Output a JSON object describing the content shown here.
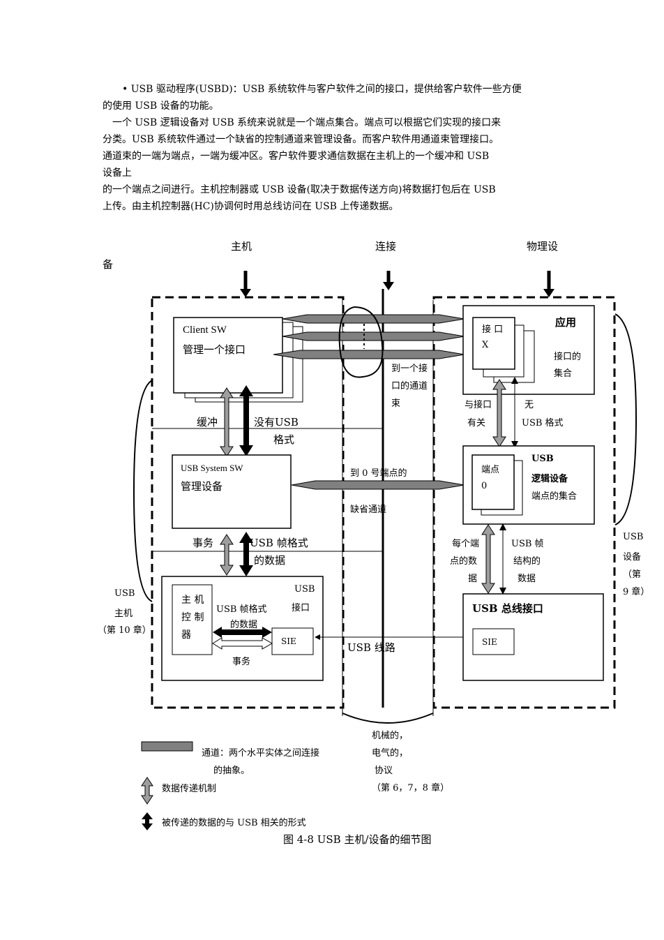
{
  "paragraphs": {
    "p1_line1": "• USB 驱动程序(USBD)：USB 系统软件与客户软件之间的接口，提供给客户软件一些方便",
    "p1_line2": "的使用 USB 设备的功能。",
    "p2_line1": "一个 USB 逻辑设备对 USB 系统来说就是一个端点集合。端点可以根据它们实现的接口来",
    "p2_line2": "分类。USB 系统软件通过一个缺省的控制通道来管理设备。而客户软件用通道束管理接口。",
    "p2_line3": "通道束的一端为端点，一端为缓冲区。客户软件要求通信数据在主机上的一个缓冲和 USB",
    "p2_line4": "设备上",
    "p3_line1": "的一个端点之间进行。主机控制器或 USB 设备(取决于数据传送方向)将数据打包后在 USB",
    "p3_line2": "上传。由主机控制器(HC)协调何时用总线访问在 USB 上传递数据。"
  },
  "diagram": {
    "col_host": "主机",
    "col_link": "连接",
    "col_device_a": "物理设",
    "col_device_b": "备",
    "client_sw_title": "Client SW",
    "client_sw_sub": "管理一个接口",
    "buffer": "缓冲",
    "no_usb_a": "没有USB",
    "no_usb_b": "格式",
    "usb_system_sw_title": "USB System SW",
    "usb_system_sw_sub": "管理设备",
    "transaction_left": "事务",
    "usb_frame_a": "USB 帧格式",
    "usb_frame_b": "的数据",
    "hc_a": "主 机",
    "hc_b": "控 制",
    "hc_c": "器",
    "usb_frame_small_a": "USB 帧格式",
    "usb_frame_small_b": "的数据",
    "transaction_small": "事务",
    "usb_iface_a": "USB",
    "usb_iface_b": "接口",
    "sie_host": "SIE",
    "usb_line": "USB 线路",
    "sie_dev": "SIE",
    "bus_interface": "USB 总线接口",
    "app": "应用",
    "iface_x_a": "接 口",
    "iface_x_b": "X",
    "iface_set_a": "接口的",
    "iface_set_b": "集合",
    "pipe_bundle_a": "到一个接",
    "pipe_bundle_b": "口的通道",
    "pipe_bundle_c": "束",
    "rel_iface_a": "与接口",
    "rel_iface_b": "有关",
    "no_fmt_a": "无",
    "no_fmt_b": "USB 格式",
    "usb_logic_a": "USB",
    "usb_logic_b": "逻辑设备",
    "usb_logic_c": "端点的集合",
    "ep_a": "端点",
    "ep_b": "0",
    "ep0_a": "到 0 号端点的",
    "ep0_b": "缺省通道",
    "per_ep_a": "每个端",
    "per_ep_b": "点的数",
    "per_ep_c": "据",
    "usb_frame_struct_a": "USB 帧",
    "usb_frame_struct_b": "结构的",
    "usb_frame_struct_c": "数据",
    "usb_host_a": "USB",
    "usb_host_b": "主机",
    "usb_host_c": "（第 10 章）",
    "usb_dev_a": "USB",
    "usb_dev_b": "设备",
    "usb_dev_c": "（第",
    "usb_dev_d": "9 章）",
    "mech_a": "机械的，",
    "mech_b": "电气的，",
    "mech_c": "协议",
    "mech_d": "（第 6，7，8 章）"
  },
  "legend": {
    "pipe_a": "通道：两个水平实体之间连接",
    "pipe_b": "的抽象。",
    "mechanism": "数据传递机制",
    "format": "被传递的数据的与 USB 相关的形式"
  },
  "caption": "图 4-8 USB 主机/设备的细节图",
  "colors": {
    "pipe": "#808080",
    "arrow_gray": "#9e9e9e",
    "ink": "#000000"
  }
}
